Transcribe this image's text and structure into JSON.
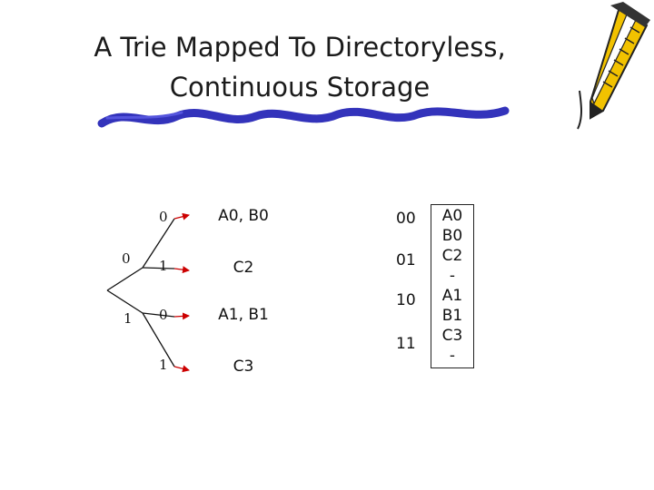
{
  "title": {
    "line1": "A Trie Mapped To Directoryless,",
    "line2": "Continuous Storage"
  },
  "trie": {
    "root_edges": [
      "0",
      "1"
    ],
    "level2_edges": [
      "0",
      "1",
      "0",
      "1"
    ],
    "leaves": [
      "A0, B0",
      "C2",
      "A1, B1",
      "C3"
    ]
  },
  "addresses": [
    "00",
    "01",
    "10",
    "11"
  ],
  "storage": [
    "A0",
    "B0",
    "C2",
    "-",
    "A1",
    "B1",
    "C3",
    "-"
  ],
  "colors": {
    "arrow": "#cc0000",
    "underline": "#3333bb"
  },
  "icons": [
    "pencil-icon"
  ]
}
